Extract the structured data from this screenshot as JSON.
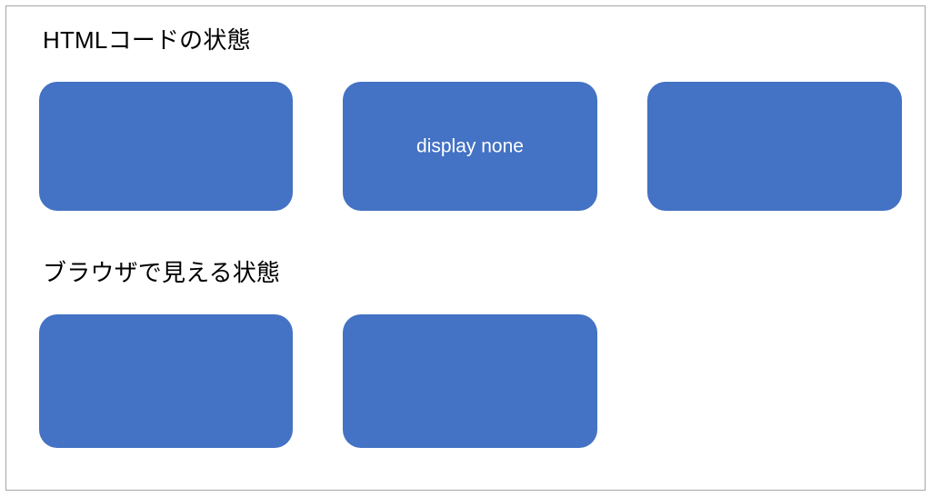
{
  "slide": {
    "background_color": "#ffffff",
    "border_color": "#a6a6a6",
    "accent_color": "#4472c4",
    "text_color": "#000000",
    "box_label_color": "#ffffff"
  },
  "sections": [
    {
      "id": "html-code",
      "heading": "HTMLコードの状態",
      "boxes": [
        {
          "id": "code-box-1",
          "label": ""
        },
        {
          "id": "code-box-2",
          "label": "display none"
        },
        {
          "id": "code-box-3",
          "label": ""
        }
      ]
    },
    {
      "id": "browser-view",
      "heading": "ブラウザで見える状態",
      "boxes": [
        {
          "id": "render-box-1",
          "label": ""
        },
        {
          "id": "render-box-2",
          "label": ""
        }
      ]
    }
  ]
}
